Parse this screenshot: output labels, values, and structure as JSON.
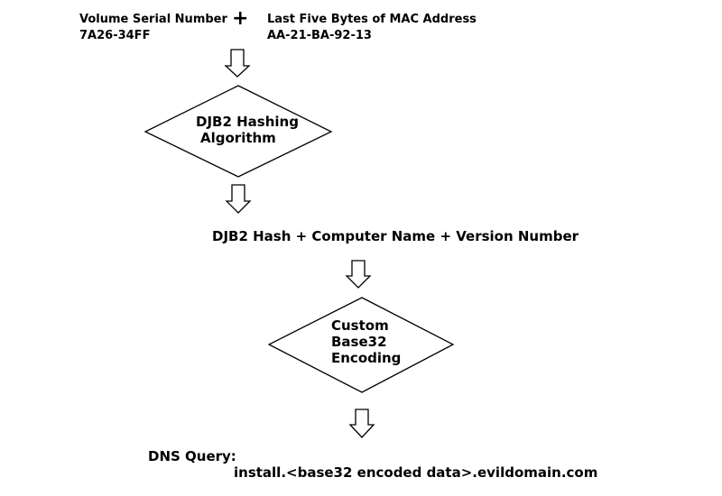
{
  "inputs": {
    "left_label": "Volume Serial Number",
    "left_value": "7A26-34FF",
    "operator": "+",
    "right_label": "Last Five Bytes of MAC Address",
    "right_value": "AA-21-BA-92-13"
  },
  "step1": {
    "line1": "DJB2 Hashing",
    "line2": "Algorithm"
  },
  "combined": {
    "text": "DJB2 Hash + Computer Name + Version Number"
  },
  "step2": {
    "line1": "Custom",
    "line2": "Base32",
    "line3": "Encoding"
  },
  "output": {
    "label": "DNS Query:",
    "value": "install.<base32 encoded data>.evildomain.com"
  }
}
